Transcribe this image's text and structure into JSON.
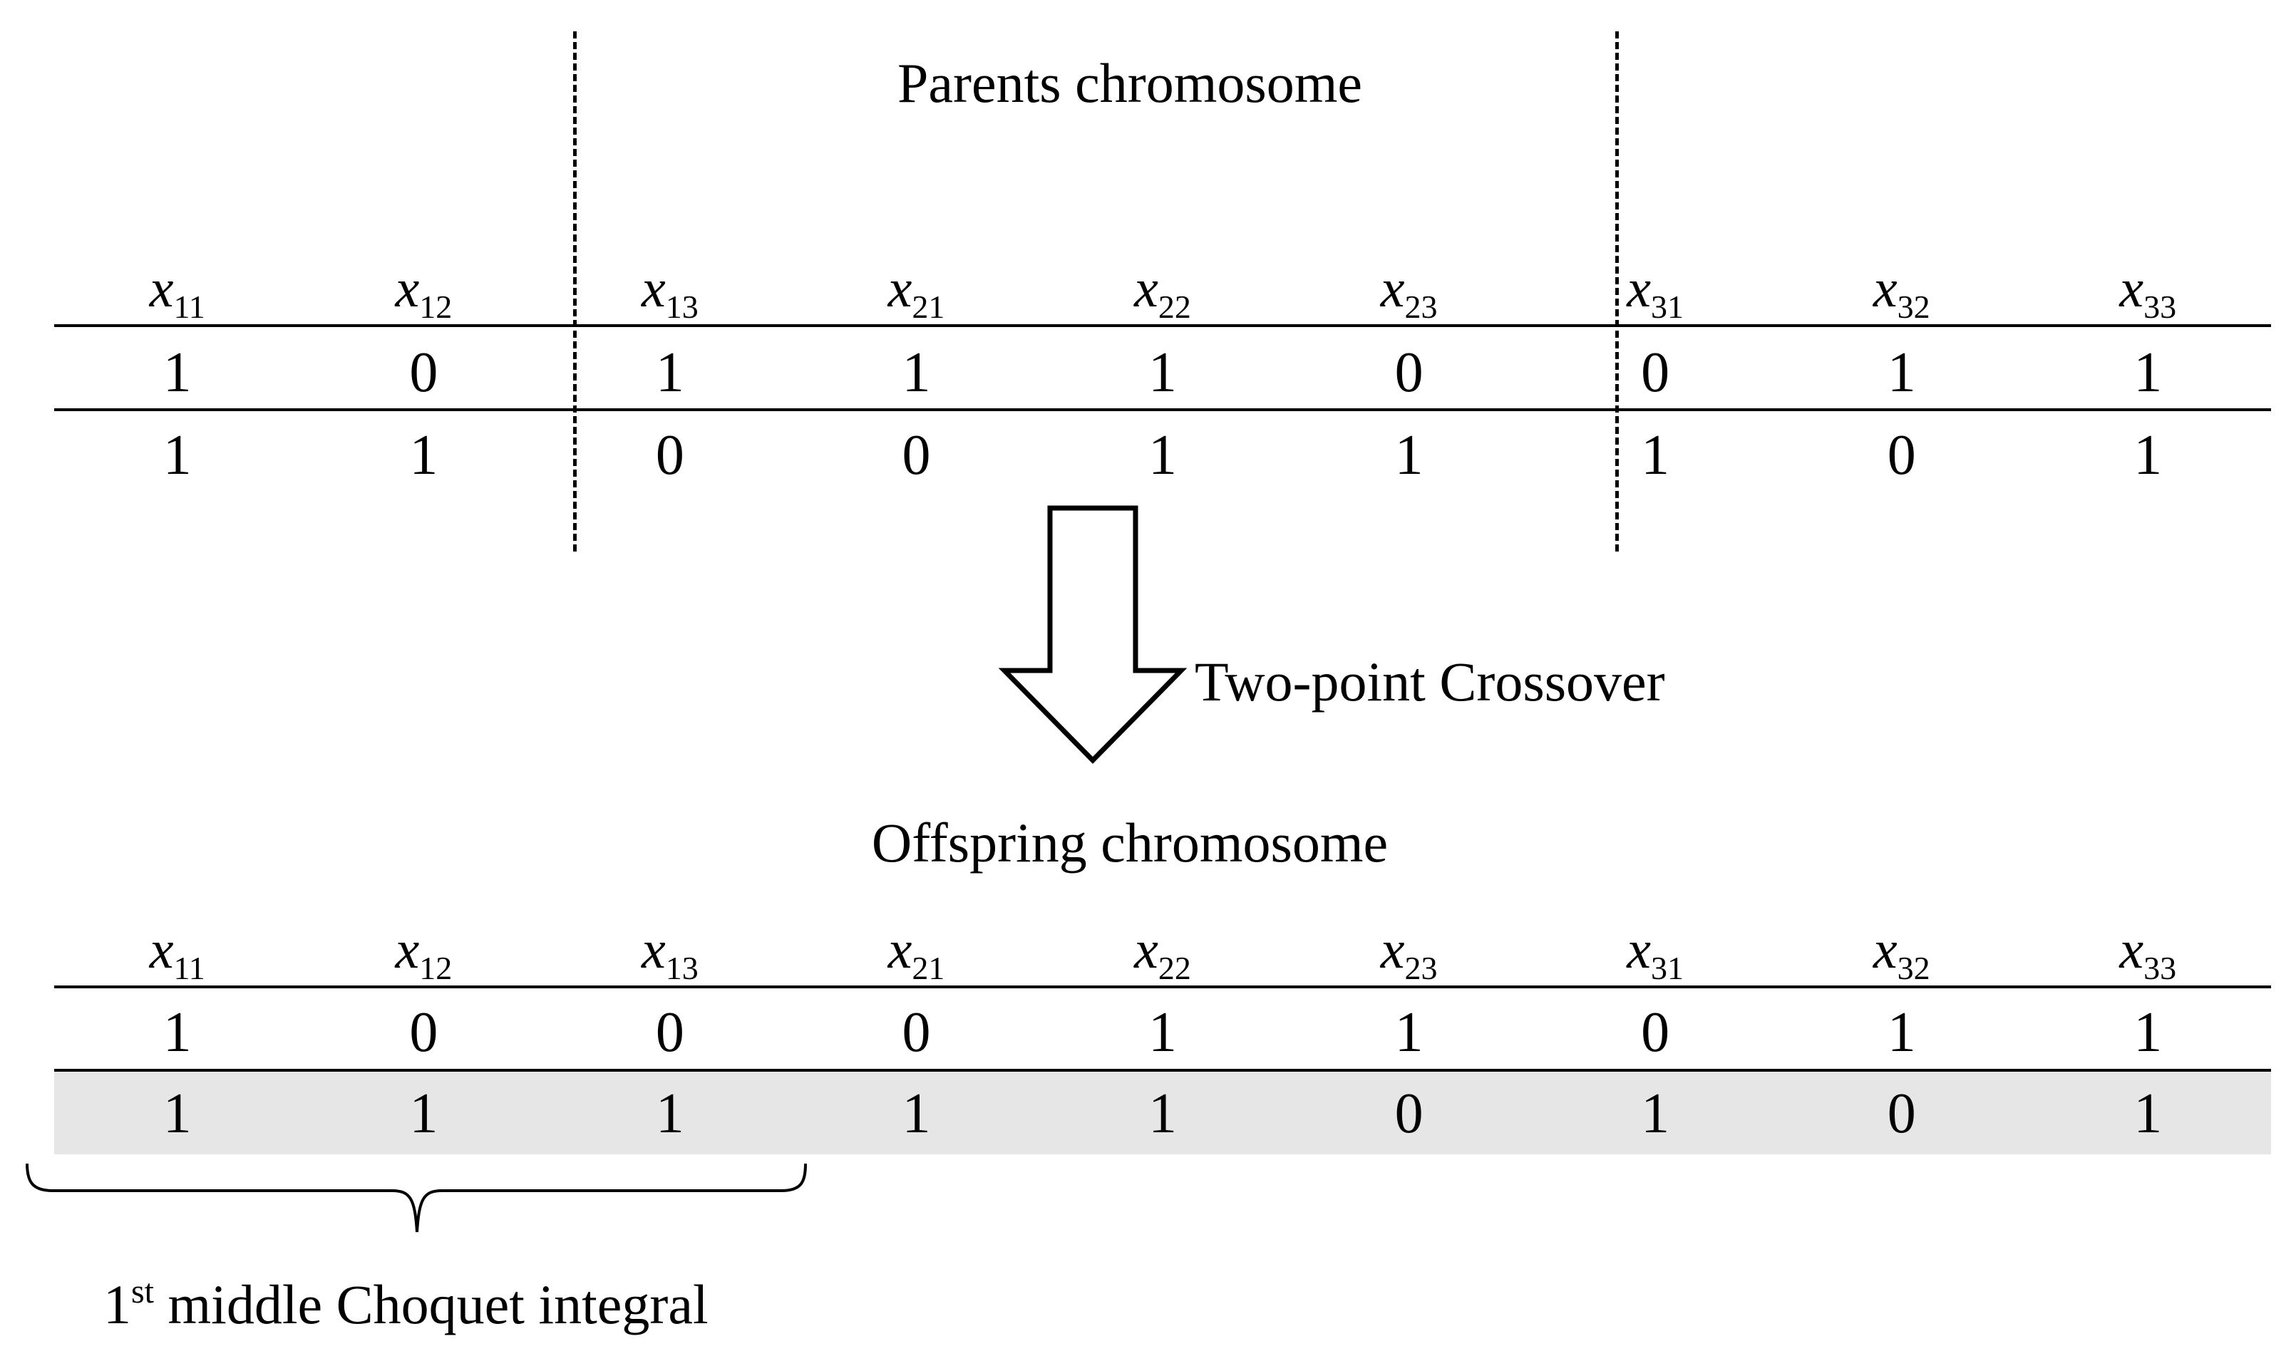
{
  "parents": {
    "title": "Parents chromosome",
    "genes": [
      {
        "base": "x",
        "sub": "11"
      },
      {
        "base": "x",
        "sub": "12"
      },
      {
        "base": "x",
        "sub": "13"
      },
      {
        "base": "x",
        "sub": "21"
      },
      {
        "base": "x",
        "sub": "22"
      },
      {
        "base": "x",
        "sub": "23"
      },
      {
        "base": "x",
        "sub": "31"
      },
      {
        "base": "x",
        "sub": "32"
      },
      {
        "base": "x",
        "sub": "33"
      }
    ],
    "rows": [
      [
        "1",
        "0",
        "1",
        "1",
        "1",
        "0",
        "0",
        "1",
        "1"
      ],
      [
        "1",
        "1",
        "0",
        "0",
        "1",
        "1",
        "1",
        "0",
        "1"
      ]
    ]
  },
  "operation": {
    "label": "Two-point Crossover"
  },
  "offspring": {
    "title": "Offspring chromosome",
    "genes": [
      {
        "base": "x",
        "sub": "11"
      },
      {
        "base": "x",
        "sub": "12"
      },
      {
        "base": "x",
        "sub": "13"
      },
      {
        "base": "x",
        "sub": "21"
      },
      {
        "base": "x",
        "sub": "22"
      },
      {
        "base": "x",
        "sub": "23"
      },
      {
        "base": "x",
        "sub": "31"
      },
      {
        "base": "x",
        "sub": "32"
      },
      {
        "base": "x",
        "sub": "33"
      }
    ],
    "rows": [
      [
        "1",
        "0",
        "0",
        "0",
        "1",
        "1",
        "0",
        "1",
        "1"
      ],
      [
        "1",
        "1",
        "1",
        "1",
        "1",
        "0",
        "1",
        "0",
        "1"
      ]
    ]
  },
  "brace": {
    "label_prefix": "1",
    "label_sup": "st",
    "label_rest": " middle Choquet integral"
  },
  "colors": {
    "highlight_row": "#e6e6e6",
    "ink": "#000000"
  }
}
